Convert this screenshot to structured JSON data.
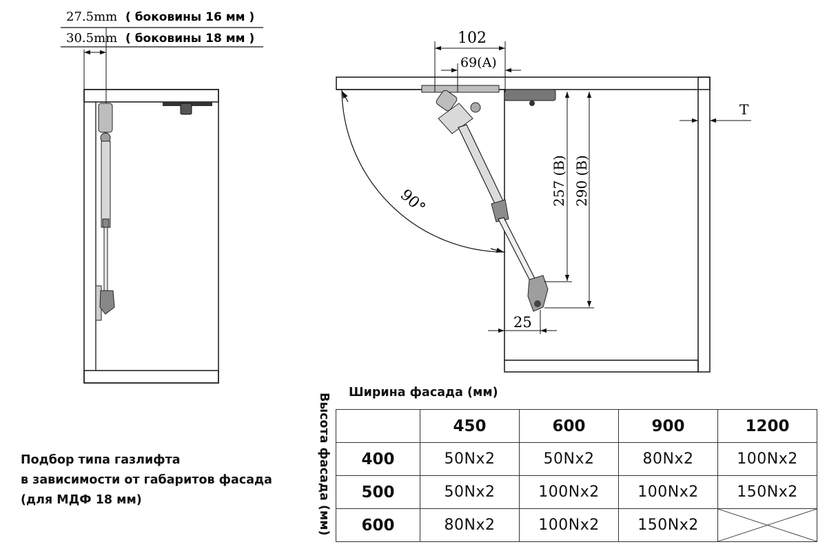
{
  "side_view": {
    "dim_16": "27.5mm",
    "note_16": "( боковины 16 мм )",
    "dim_18": "30.5mm",
    "note_18": "( боковины 18 мм )"
  },
  "front_view": {
    "dim_102": "102",
    "dim_69": "69(A)",
    "dim_257": "257 (B)",
    "dim_290": "290 (B)",
    "dim_25": "25",
    "angle": "90°",
    "thickness": "T"
  },
  "note": {
    "line1": "Подбор типа газлифта",
    "line2": "в зависимости от габаритов фасада",
    "line3": "(для МДФ 18 мм)"
  },
  "table": {
    "title": "Ширина фасада (мм)",
    "vertical_label": "Высота фасада (мм)",
    "columns": [
      "450",
      "600",
      "900",
      "1200"
    ],
    "rows": [
      {
        "height": "400",
        "values": [
          "50Nx2",
          "50Nx2",
          "80Nx2",
          "100Nx2"
        ]
      },
      {
        "height": "500",
        "values": [
          "50Nx2",
          "100Nx2",
          "100Nx2",
          "150Nx2"
        ]
      },
      {
        "height": "600",
        "values": [
          "80Nx2",
          "100Nx2",
          "150Nx2",
          ""
        ]
      }
    ]
  }
}
